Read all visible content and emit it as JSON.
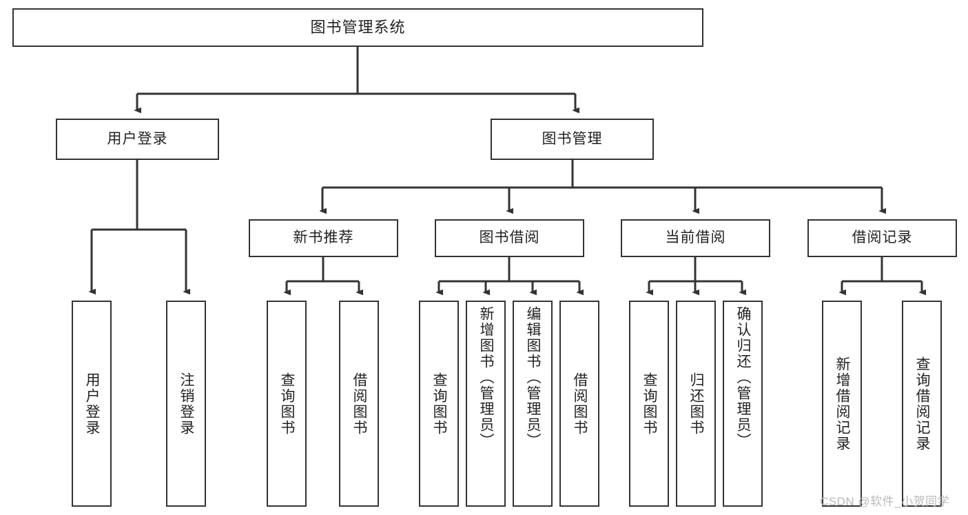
{
  "diagram": {
    "title": "图书管理系统",
    "watermark": "CSDN @软件_小贺同学",
    "line_color": "#333333",
    "box_border_color": "#333333",
    "box_fill": "#ffffff",
    "text_color": "#222222"
  },
  "nodes": {
    "root": {
      "label": "图书管理系统"
    },
    "level2": [
      {
        "label": "用户登录"
      },
      {
        "label": "图书管理"
      }
    ],
    "level3": [
      {
        "label": "新书推荐"
      },
      {
        "label": "图书借阅"
      },
      {
        "label": "当前借阅"
      },
      {
        "label": "借阅记录"
      }
    ],
    "leaves": {
      "user_login": [
        {
          "label": "用户登录"
        },
        {
          "label": "注销登录"
        }
      ],
      "new_book": [
        {
          "label": "查询图书"
        },
        {
          "label": "借阅图书"
        }
      ],
      "book_borrow": [
        {
          "label": "查询图书"
        },
        {
          "label": "新增图书（管理员）"
        },
        {
          "label": "编辑图书（管理员）"
        },
        {
          "label": "借阅图书"
        }
      ],
      "current_borrow": [
        {
          "label": "查询图书"
        },
        {
          "label": "归还图书"
        },
        {
          "label": "确认归还（管理员）"
        }
      ],
      "borrow_record": [
        {
          "label": "新增借阅记录"
        },
        {
          "label": "查询借阅记录"
        }
      ]
    }
  }
}
